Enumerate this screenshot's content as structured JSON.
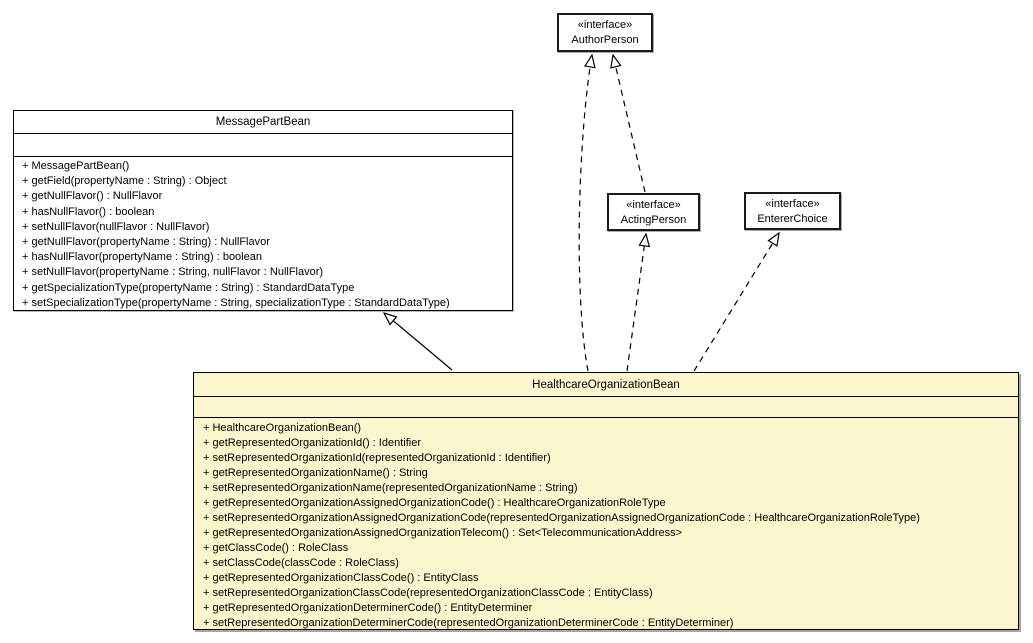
{
  "diagram": {
    "type": "uml-class-diagram",
    "colors": {
      "highlight_fill": "#FBF6CD",
      "box_fill": "#FFFFFF",
      "line": "#000000"
    },
    "classes": {
      "messagePartBean": {
        "name": "MessagePartBean",
        "attributes": [],
        "methods": [
          "+ MessagePartBean()",
          "+ getField(propertyName : String) : Object",
          "+ getNullFlavor() : NullFlavor",
          "+ hasNullFlavor() : boolean",
          "+ setNullFlavor(nullFlavor : NullFlavor)",
          "+ getNullFlavor(propertyName : String) : NullFlavor",
          "+ hasNullFlavor(propertyName : String) : boolean",
          "+ setNullFlavor(propertyName : String, nullFlavor : NullFlavor)",
          "+ getSpecializationType(propertyName : String) : StandardDataType",
          "+ setSpecializationType(propertyName : String, specializationType : StandardDataType)"
        ]
      },
      "healthcareOrganizationBean": {
        "name": "HealthcareOrganizationBean",
        "attributes": [],
        "methods": [
          "+ HealthcareOrganizationBean()",
          "+ getRepresentedOrganizationId() : Identifier",
          "+ setRepresentedOrganizationId(representedOrganizationId : Identifier)",
          "+ getRepresentedOrganizationName() : String",
          "+ setRepresentedOrganizationName(representedOrganizationName : String)",
          "+ getRepresentedOrganizationAssignedOrganizationCode() : HealthcareOrganizationRoleType",
          "+ setRepresentedOrganizationAssignedOrganizationCode(representedOrganizationAssignedOrganizationCode : HealthcareOrganizationRoleType)",
          "+ getRepresentedOrganizationAssignedOrganizationTelecom() : Set<TelecommunicationAddress>",
          "+ getClassCode() : RoleClass",
          "+ setClassCode(classCode : RoleClass)",
          "+ getRepresentedOrganizationClassCode() : EntityClass",
          "+ setRepresentedOrganizationClassCode(representedOrganizationClassCode : EntityClass)",
          "+ getRepresentedOrganizationDeterminerCode() : EntityDeterminer",
          "+ setRepresentedOrganizationDeterminerCode(representedOrganizationDeterminerCode : EntityDeterminer)"
        ]
      },
      "authorPerson": {
        "stereotype": "«interface»",
        "name": "AuthorPerson"
      },
      "actingPerson": {
        "stereotype": "«interface»",
        "name": "ActingPerson"
      },
      "entererChoice": {
        "stereotype": "«interface»",
        "name": "EntererChoice"
      }
    },
    "relationships": [
      {
        "from": "HealthcareOrganizationBean",
        "to": "MessagePartBean",
        "type": "generalization",
        "line": "solid"
      },
      {
        "from": "HealthcareOrganizationBean",
        "to": "AuthorPerson",
        "type": "realization",
        "line": "dashed"
      },
      {
        "from": "HealthcareOrganizationBean",
        "to": "ActingPerson",
        "type": "realization",
        "line": "dashed"
      },
      {
        "from": "HealthcareOrganizationBean",
        "to": "EntererChoice",
        "type": "realization",
        "line": "dashed"
      },
      {
        "from": "ActingPerson",
        "to": "AuthorPerson",
        "type": "realization",
        "line": "dashed"
      }
    ]
  }
}
